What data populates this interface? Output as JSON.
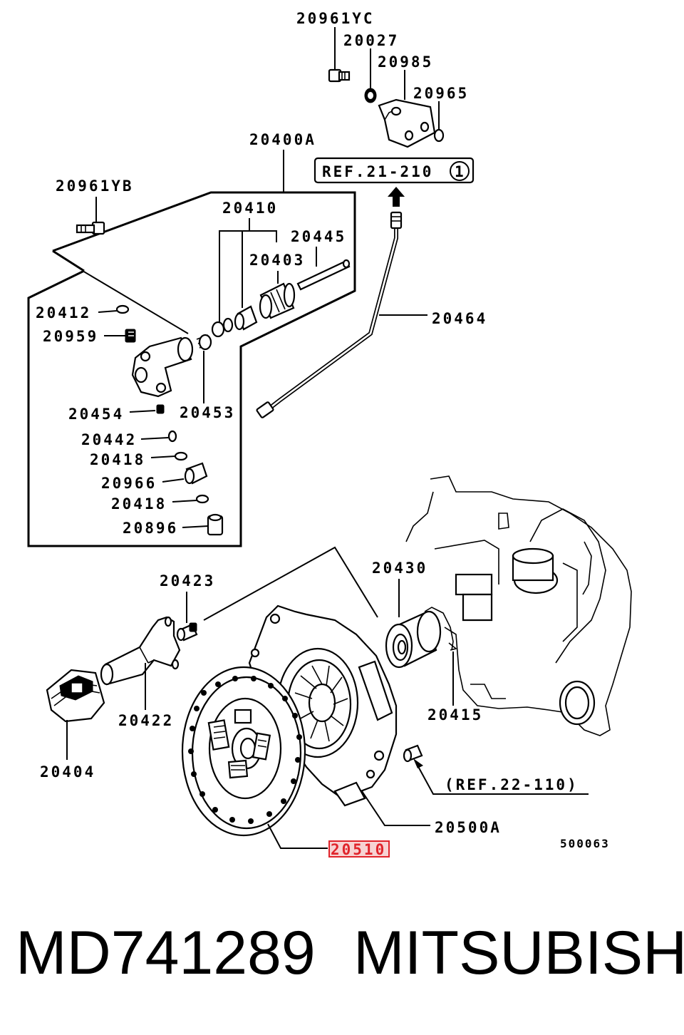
{
  "labels": {
    "p20961yc": "20961YC",
    "p20027": "20027",
    "p20985": "20985",
    "p20965": "20965",
    "p20400a": "20400A",
    "ref21": "REF.21-210",
    "ref21_circle": "1",
    "p20961yb": "20961YB",
    "p20410": "20410",
    "p20445": "20445",
    "p20403": "20403",
    "p20412": "20412",
    "p20959": "20959",
    "p20464": "20464",
    "p20454": "20454",
    "p20453": "20453",
    "p20442": "20442",
    "p20418a": "20418",
    "p20966": "20966",
    "p20418b": "20418",
    "p20896": "20896",
    "p20430": "20430",
    "p20423": "20423",
    "p20415": "20415",
    "p20422": "20422",
    "p20404": "20404",
    "ref22": "(REF.22-110)",
    "p20500a": "20500A",
    "p20510": "20510",
    "diagram_code": "500063"
  },
  "footer": {
    "part_number": "MD741289",
    "brand": "MITSUBISHI"
  },
  "colors": {
    "highlight": "#e0242b",
    "highlight_fill": "#f7d3d3",
    "ink": "#000000"
  }
}
